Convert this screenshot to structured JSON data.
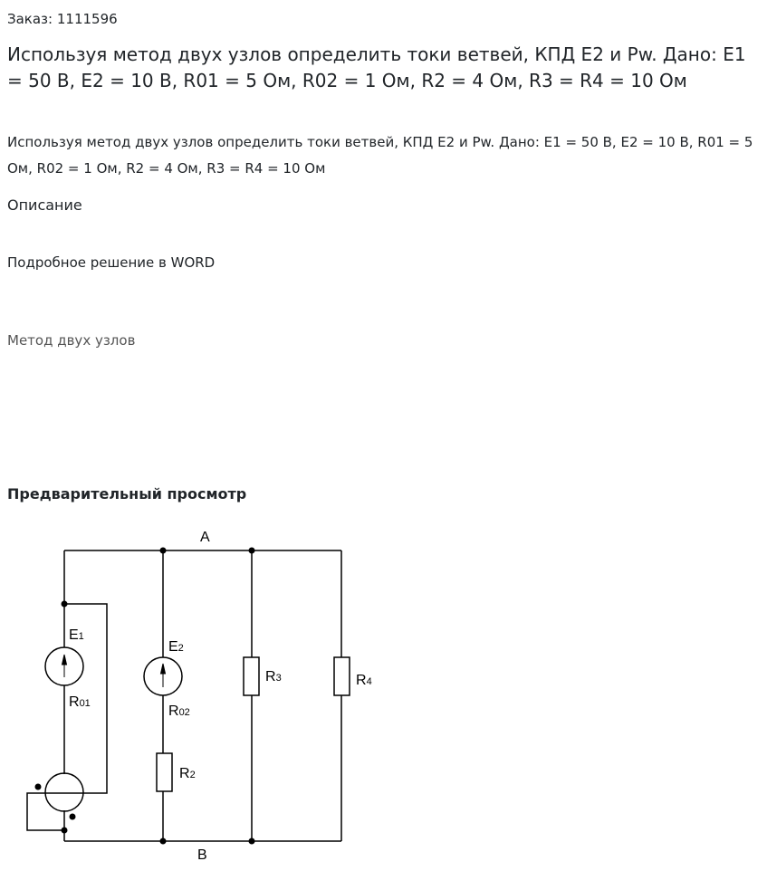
{
  "order": {
    "label": "Заказ:",
    "number": "1111596"
  },
  "title": "Используя метод двух узлов определить токи ветвей, КПД Е2 и Pw. Дано: Е1 = 50 В, Е2 = 10 В, R01 = 5 Ом, R02 = 1 Ом, R2 = 4 Ом, R3 = R4 = 10 Ом",
  "subtitle": "Используя метод двух узлов определить токи ветвей, КПД Е2 и Pw. Дано: Е1 = 50 В, Е2 = 10 В, R01 = 5 Ом, R02 = 1 Ом, R2 = 4 Ом, R3 = R4 = 10 Ом",
  "description": {
    "label": "Описание",
    "text": "Подробное решение в WORD",
    "link": "Метод двух узлов"
  },
  "preview": {
    "title": "Предварительный просмотр",
    "circuit": {
      "node_top": "A",
      "node_bottom": "B",
      "e1": {
        "main": "E",
        "sub": "1"
      },
      "r01": {
        "main": "R",
        "sub": "01"
      },
      "e2": {
        "main": "E",
        "sub": "2"
      },
      "r02": {
        "main": "R",
        "sub": "02"
      },
      "r2": {
        "main": "R",
        "sub": "2"
      },
      "r3": {
        "main": "R",
        "sub": "3"
      },
      "r4": {
        "main": "R",
        "sub": "4"
      }
    }
  }
}
